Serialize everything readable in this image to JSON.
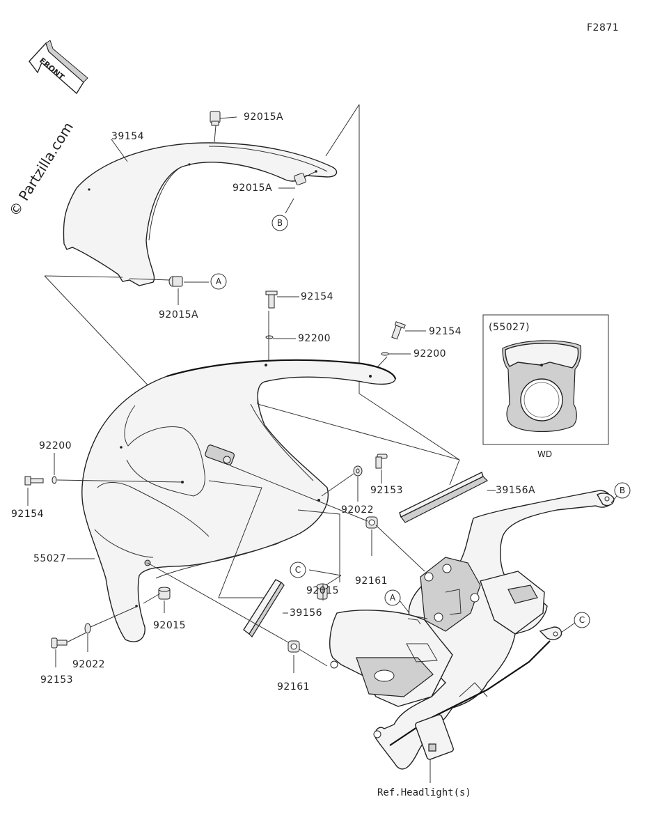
{
  "figure_code": "F2871",
  "front_label": "FRONT",
  "watermark": "© Partzilla.com",
  "inset": {
    "ref": "(55027)",
    "caption": "WD"
  },
  "callouts": {
    "a": "A",
    "b": "B",
    "c": "C"
  },
  "labels": {
    "p39154": "39154",
    "p92015a_top": "92015A",
    "p92015a_mid": "92015A",
    "p92015a_low": "92015A",
    "p92154_center": "92154",
    "p92200_center": "92200",
    "p92154_right": "92154",
    "p92200_right": "92200",
    "p92200_left": "92200",
    "p92154_left": "92154",
    "p92153_right": "92153",
    "p92022_right": "92022",
    "p39156a": "39156A",
    "p55027": "55027",
    "p92161_upper": "92161",
    "p92015_center": "92015",
    "p92015_left": "92015",
    "p39156": "39156",
    "p92022_left": "92022",
    "p92153_left": "92153",
    "p92161_lower": "92161",
    "ref_headlight": "Ref.Headlight(s)"
  }
}
